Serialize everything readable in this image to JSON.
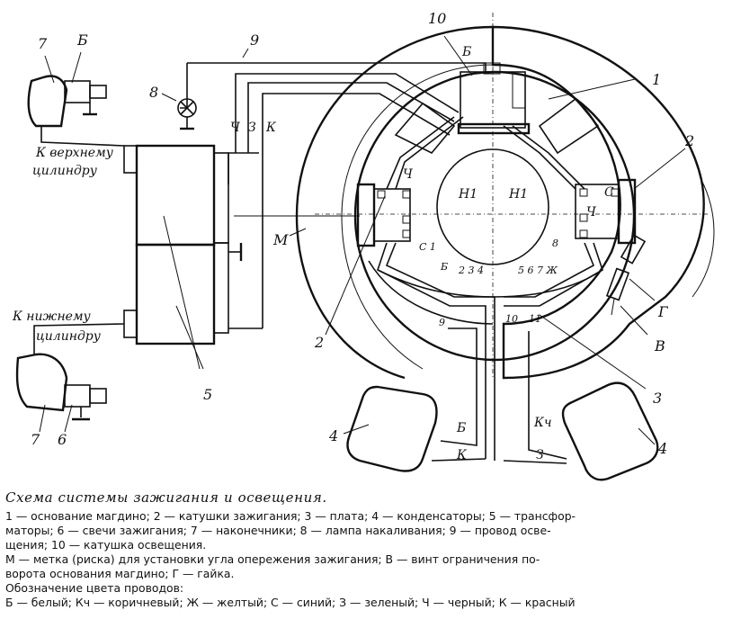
{
  "diagram": {
    "callouts": {
      "c1": "1",
      "c2_right": "2",
      "c2_left": "2",
      "c3": "3",
      "c4_left": "4",
      "c4_right": "4",
      "c5": "5",
      "c6_top": "Б",
      "c6_bottom": "6",
      "c7_top": "7",
      "c7_bottom": "7",
      "c8": "8",
      "c9": "9",
      "c10": "10",
      "m": "М",
      "b_top": "Б",
      "v": "В",
      "g": "Г"
    },
    "wire_marks": {
      "ch_top": "Ч",
      "z_top": "З",
      "k_top": "К",
      "ch_left_coil": "Ч",
      "ch_right_coil": "Ч",
      "s_right_coil": "С",
      "s1": "С 1",
      "b_num": "Б",
      "n234": "2 3 4",
      "n567": "5 6 7 Ж",
      "n8": "8",
      "n9": "9",
      "n10": "10",
      "n11": "11",
      "h1_left": "Н1",
      "h1_right": "Н1",
      "cond_b": "Б",
      "cond_k": "К",
      "cond_kch": "Кч",
      "cond_z": "З"
    },
    "annotations": {
      "upper_cyl_1": "К верхнему",
      "upper_cyl_2": "цилиндру",
      "lower_cyl_1": "К нижнему",
      "lower_cyl_2": "цилиндру"
    }
  },
  "caption": {
    "title": "Схема системы зажигания и освещения.",
    "line1": "1 — основание магдино; 2 — катушки зажигания; 3 — плата; 4 — конденсаторы; 5 — трансфор-",
    "line2": "маторы; 6 — свечи зажигания; 7 — наконечники; 8 — лампа накаливания; 9 — провод осве-",
    "line3": "щения; 10 — катушка освещения.",
    "line4": "М — метка (риска) для установки угла опережения зажигания; В — винт ограничения по-",
    "line5": "ворота основания магдино; Г — гайка.",
    "line6": "Обозначение цвета проводов:",
    "line7": "Б — белый; Кч — коричневый; Ж — желтый; С — синий; З — зеленый; Ч — черный; К — красный"
  }
}
